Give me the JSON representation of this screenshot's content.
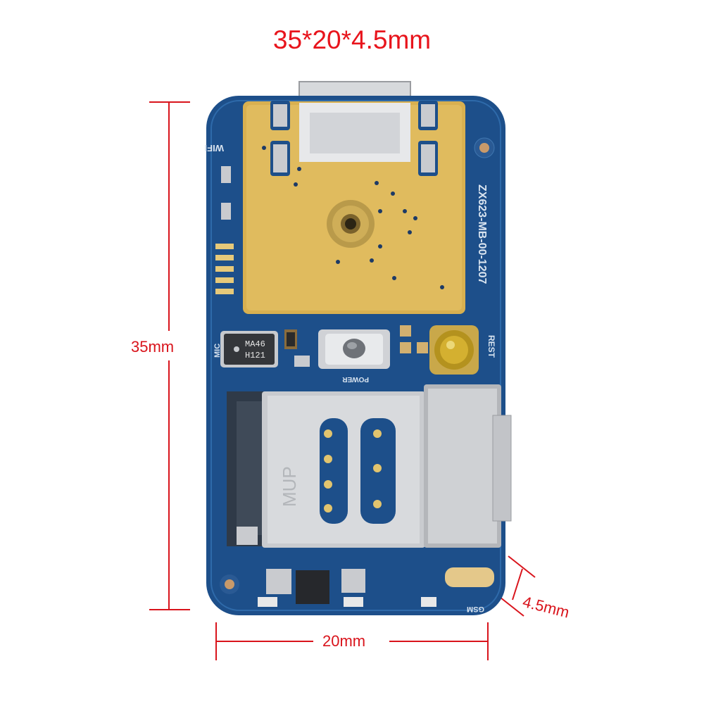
{
  "title": "35*20*4.5mm",
  "dimensions": {
    "height_label": "35mm",
    "width_label": "20mm",
    "thickness_label": "4.5mm"
  },
  "board": {
    "model_text": "ZX623-MB-00-1207",
    "chip_text_line1": "MA46",
    "chip_text_line2": "H121",
    "rest_label": "REST",
    "power_label": "POWER",
    "wifi_label": "WIFI",
    "mic_label": "MIC",
    "gsm_label": "GSM",
    "sim_brand": "MUP"
  },
  "colors": {
    "dimension_red": "#d9141c",
    "pcb_blue": "#1d4f8a",
    "gold": "#dcb55a",
    "silver": "#c9cbcf"
  }
}
